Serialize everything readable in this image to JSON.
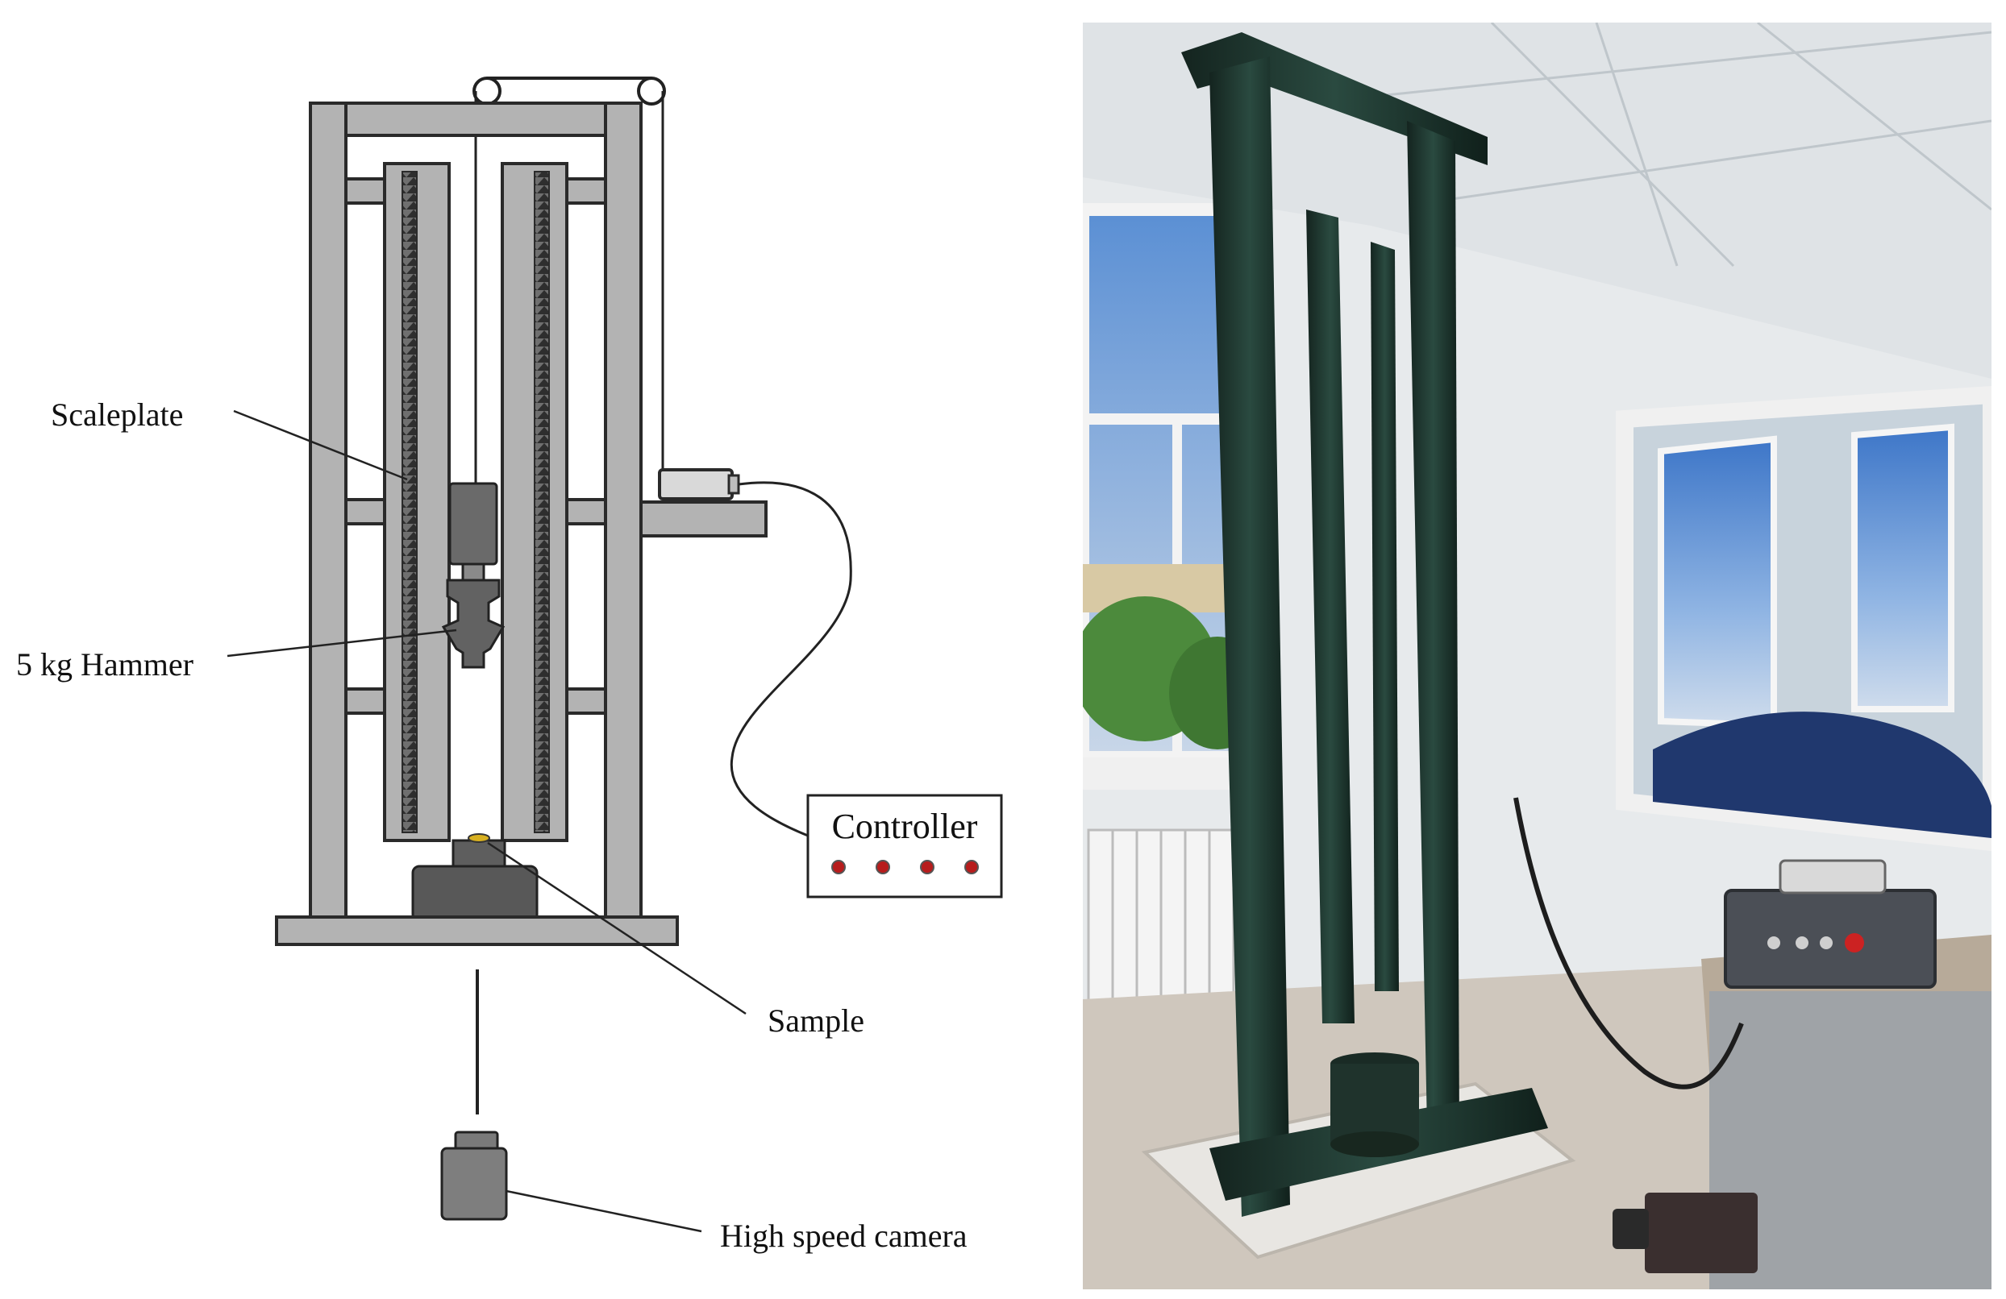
{
  "diagram": {
    "labels": {
      "scaleplate": "Scaleplate",
      "hammer": "5 kg Hammer",
      "sample": "Sample",
      "camera": "High speed camera",
      "controller": "Controller"
    },
    "controller_lamps": 4
  },
  "photo": {
    "frame_color": "#1f3b33",
    "wall_color": "#e9ecee"
  }
}
